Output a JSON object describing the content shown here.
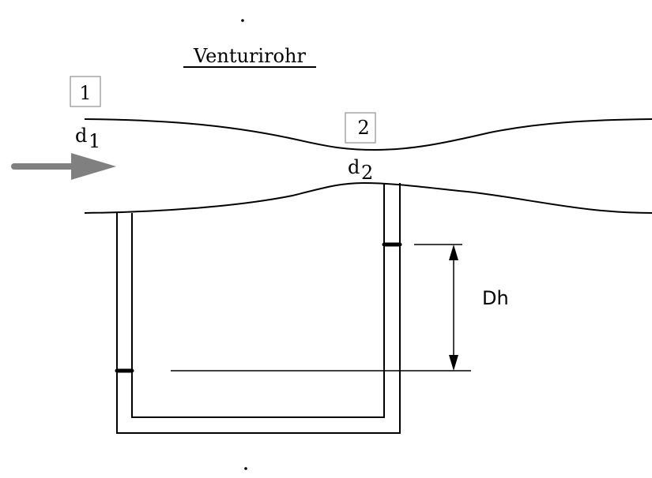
{
  "diagram": {
    "title": "Venturirohr",
    "stations": [
      {
        "id": "station-1",
        "label": "1",
        "diameter_label": "d",
        "diameter_sub": "1"
      },
      {
        "id": "station-2",
        "label": "2",
        "diameter_label": "d",
        "diameter_sub": "2"
      }
    ],
    "height_difference_label": "Dh",
    "flow_arrow": {
      "direction": "right",
      "color": "#808080"
    },
    "line_color": "#000000",
    "box_border_color": "#7a7a7a"
  }
}
